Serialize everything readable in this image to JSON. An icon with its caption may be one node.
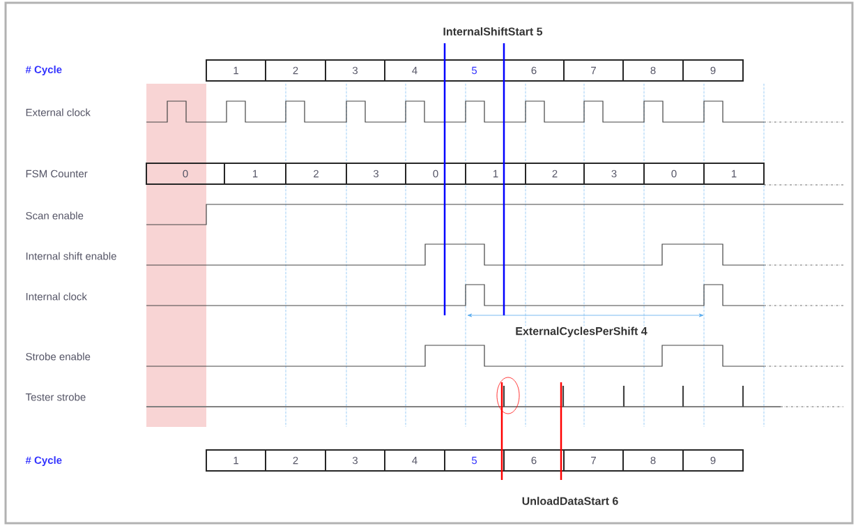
{
  "diagram": {
    "nodes": [
      {
        "text": [
          "1"
        ]
      },
      {
        "text": [
          "2"
        ]
      },
      {
        "text": [
          "3"
        ]
      },
      {
        "text": [
          "4"
        ]
      },
      {
        "text": [
          "5"
        ]
      },
      {
        "text": [
          "6"
        ]
      },
      {
        "text": [
          "7"
        ]
      },
      {
        "text": [
          "8"
        ]
      },
      {
        "text": [
          "9"
        ]
      },
      {
        "text": [
          "0"
        ]
      },
      {
        "text": [
          "1"
        ]
      },
      {
        "text": [
          "2"
        ]
      },
      {
        "text": [
          "3"
        ]
      },
      {
        "text": [
          "0"
        ]
      },
      {
        "text": [
          "1"
        ]
      },
      {
        "text": [
          "2"
        ]
      },
      {
        "text": [
          "3"
        ]
      },
      {
        "text": [
          "0"
        ]
      },
      {
        "text": [
          "1"
        ]
      },
      {
        "text": [
          "1"
        ]
      },
      {
        "text": [
          "2"
        ]
      },
      {
        "text": [
          "3"
        ]
      },
      {
        "text": [
          "4"
        ]
      },
      {
        "text": [
          "5"
        ]
      },
      {
        "text": [
          "6"
        ]
      },
      {
        "text": [
          "7"
        ]
      },
      {
        "text": [
          "8"
        ]
      },
      {
        "text": [
          "9"
        ]
      }
    ],
    "labels": [
      "InternalShiftStart 5",
      "# Cycle",
      "External clock",
      "FSM Counter",
      "Scan enable",
      "Internal shift enable",
      "Internal clock",
      "ExternalCyclesPerShift 4",
      "Strobe enable",
      "Tester strobe",
      "# Cycle",
      "UnloadDataStart 6"
    ]
  }
}
